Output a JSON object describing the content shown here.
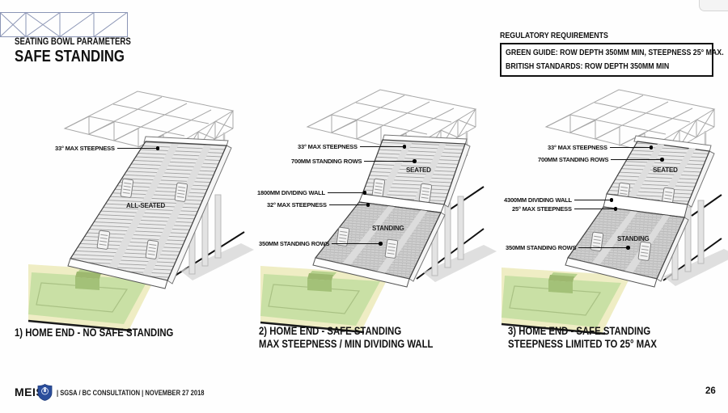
{
  "header": {
    "kicker": "SEATING BOWL PARAMETERS",
    "title": "SAFE STANDING"
  },
  "regulatory": {
    "title": "REGULATORY REQUIREMENTS",
    "lines": [
      "GREEN GUIDE: ROW DEPTH 350MM MIN, STEEPNESS 25° MAX.",
      "BRITISH STANDARDS: ROW DEPTH 350MM MIN"
    ]
  },
  "diagrams": [
    {
      "caption": [
        "1) HOME END - NO SAFE STANDING"
      ],
      "area_labels": {
        "main": "ALL-SEATED"
      },
      "annotations": {
        "steepness_top": "33° MAX STEEPNESS"
      }
    },
    {
      "caption": [
        "2) HOME END - SAFE STANDING",
        "MAX STEEPNESS / MIN DIVIDING WALL"
      ],
      "area_labels": {
        "seated": "SEATED",
        "standing": "STANDING"
      },
      "annotations": {
        "steepness_top": "33° MAX STEEPNESS",
        "rows_top": "700MM STANDING ROWS",
        "dividing_wall": "1800MM DIVIDING WALL",
        "steepness_bottom": "32° MAX STEEPNESS",
        "rows_bottom": "350MM STANDING ROWS"
      }
    },
    {
      "caption": [
        "3) HOME END - SAFE STANDING",
        "STEEPNESS LIMITED TO 25° MAX"
      ],
      "area_labels": {
        "seated": "SEATED",
        "standing": "STANDING"
      },
      "annotations": {
        "steepness_top": "33° MAX STEEPNESS",
        "rows_top": "700MM STANDING ROWS",
        "dividing_wall": "4300MM DIVIDING WALL",
        "steepness_bottom": "25° MAX STEEPNESS",
        "rows_bottom": "350MM STANDING ROWS"
      }
    }
  ],
  "footer": {
    "brand": "MEIS",
    "meta": "| SGSA / BC CONSULTATION | NOVEMBER 27 2018",
    "page": "26"
  },
  "icons": {
    "truss_logo": "truss-logo",
    "everton_crest": "everton-crest"
  },
  "colors": {
    "truss_blue": "#8b95b5",
    "brand_blue": "#2a4d9b",
    "pitch_green": "#c9e0a5",
    "apron_cream": "#efedc4",
    "stand_gray": "#eaeaea",
    "standing_gray": "#cfcfcf"
  }
}
